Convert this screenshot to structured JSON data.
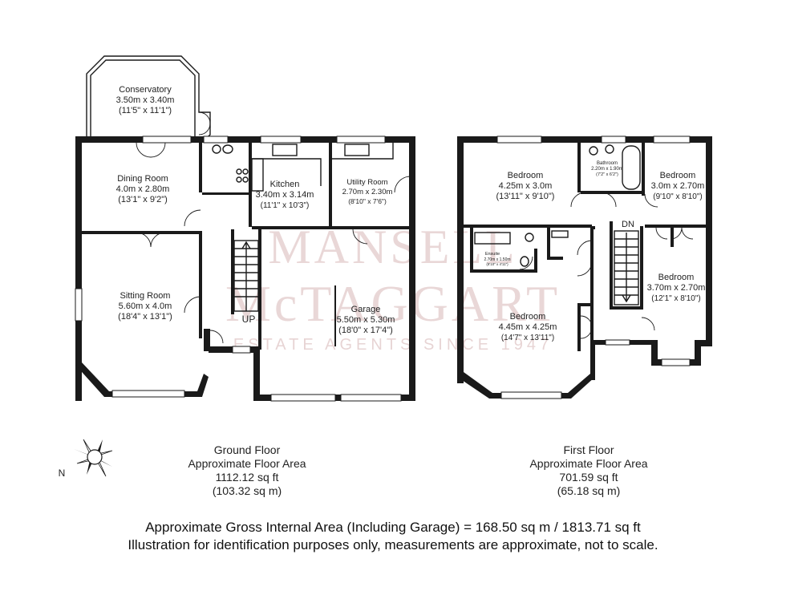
{
  "watermark": {
    "line1": "MANSELL",
    "line2": "McTAGGART",
    "line3": "ESTATE AGENTS SINCE 1947"
  },
  "compass": {
    "label": "N"
  },
  "ground_floor": {
    "rooms": [
      {
        "name": "Conservatory",
        "metric": "3.50m x 3.40m",
        "imperial": "(11'5\" x 11'1\")"
      },
      {
        "name": "Dining Room",
        "metric": "4.0m x 2.80m",
        "imperial": "(13'1\" x 9'2\")"
      },
      {
        "name": "Kitchen",
        "metric": "3.40m x 3.14m",
        "imperial": "(11'1\" x 10'3\")"
      },
      {
        "name": "Utility Room",
        "metric": "2.70m x 2.30m",
        "imperial": "(8'10\" x 7'6\")"
      },
      {
        "name": "Sitting Room",
        "metric": "5.60m x 4.0m",
        "imperial": "(18'4\" x 13'1\")"
      },
      {
        "name": "Garage",
        "metric": "5.50m x 5.30m",
        "imperial": "(18'0\" x 17'4\")"
      }
    ],
    "stairs_label": "UP",
    "caption": {
      "title": "Ground Floor",
      "line2": "Approximate Floor Area",
      "sqft": "1112.12 sq ft",
      "sqm": "(103.32 sq m)"
    }
  },
  "first_floor": {
    "rooms": [
      {
        "name": "Bedroom",
        "metric": "4.25m x 3.0m",
        "imperial": "(13'11\" x 9'10\")"
      },
      {
        "name": "Bathroom",
        "metric": "2.20m x 1.90m",
        "imperial": "(7'2\" x 6'2\")"
      },
      {
        "name": "Bedroom",
        "metric": "3.0m x 2.70m",
        "imperial": "(9'10\" x 8'10\")"
      },
      {
        "name": "Ensuite",
        "metric": "2.70m x 1.50m",
        "imperial": "(8'10\" x 4'11\")"
      },
      {
        "name": "Bedroom",
        "metric": "3.70m x 2.70m",
        "imperial": "(12'1\" x 8'10\")"
      },
      {
        "name": "Bedroom",
        "metric": "4.45m x 4.25m",
        "imperial": "(14'7\" x 13'11\")"
      }
    ],
    "stairs_label": "DN",
    "caption": {
      "title": "First Floor",
      "line2": "Approximate Floor Area",
      "sqft": "701.59 sq ft",
      "sqm": "(65.18 sq m)"
    }
  },
  "footer": {
    "line1": "Approximate Gross Internal Area (Including Garage) = 168.50 sq m / 1813.71 sq ft",
    "line2": "Illustration for identification purposes only, measurements are approximate, not to scale."
  }
}
